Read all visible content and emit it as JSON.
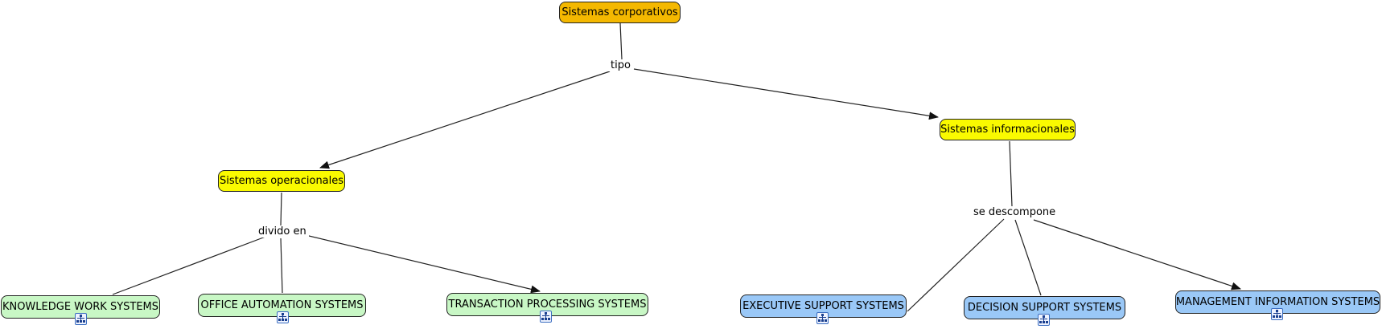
{
  "concept_map": {
    "root": {
      "label": "Sistemas corporativos",
      "color": "#f4b800"
    },
    "link_tipo": "tipo",
    "operacionales": {
      "label": "Sistemas operacionales",
      "color": "#fafa00"
    },
    "informacionales": {
      "label": "Sistemas informacionales",
      "color": "#fafa00"
    },
    "link_divido": "divido en",
    "link_descompone": "se descompone",
    "operational_children": [
      {
        "label": "KNOWLEDGE WORK SYSTEMS",
        "icon": "submap-icon"
      },
      {
        "label": "OFFICE AUTOMATION SYSTEMS",
        "icon": "submap-icon"
      },
      {
        "label": "TRANSACTION PROCESSING SYSTEMS",
        "icon": "submap-icon"
      }
    ],
    "informational_children": [
      {
        "label": "EXECUTIVE SUPPORT SYSTEMS",
        "icon": "submap-icon"
      },
      {
        "label": "DECISION SUPPORT SYSTEMS",
        "icon": "submap-icon"
      },
      {
        "label": "MANAGEMENT INFORMATION SYSTEMS",
        "icon": "submap-icon"
      }
    ],
    "colors": {
      "green_node": "#c8f7c5",
      "blue_node": "#9ac8f7",
      "line": "#222222"
    }
  }
}
